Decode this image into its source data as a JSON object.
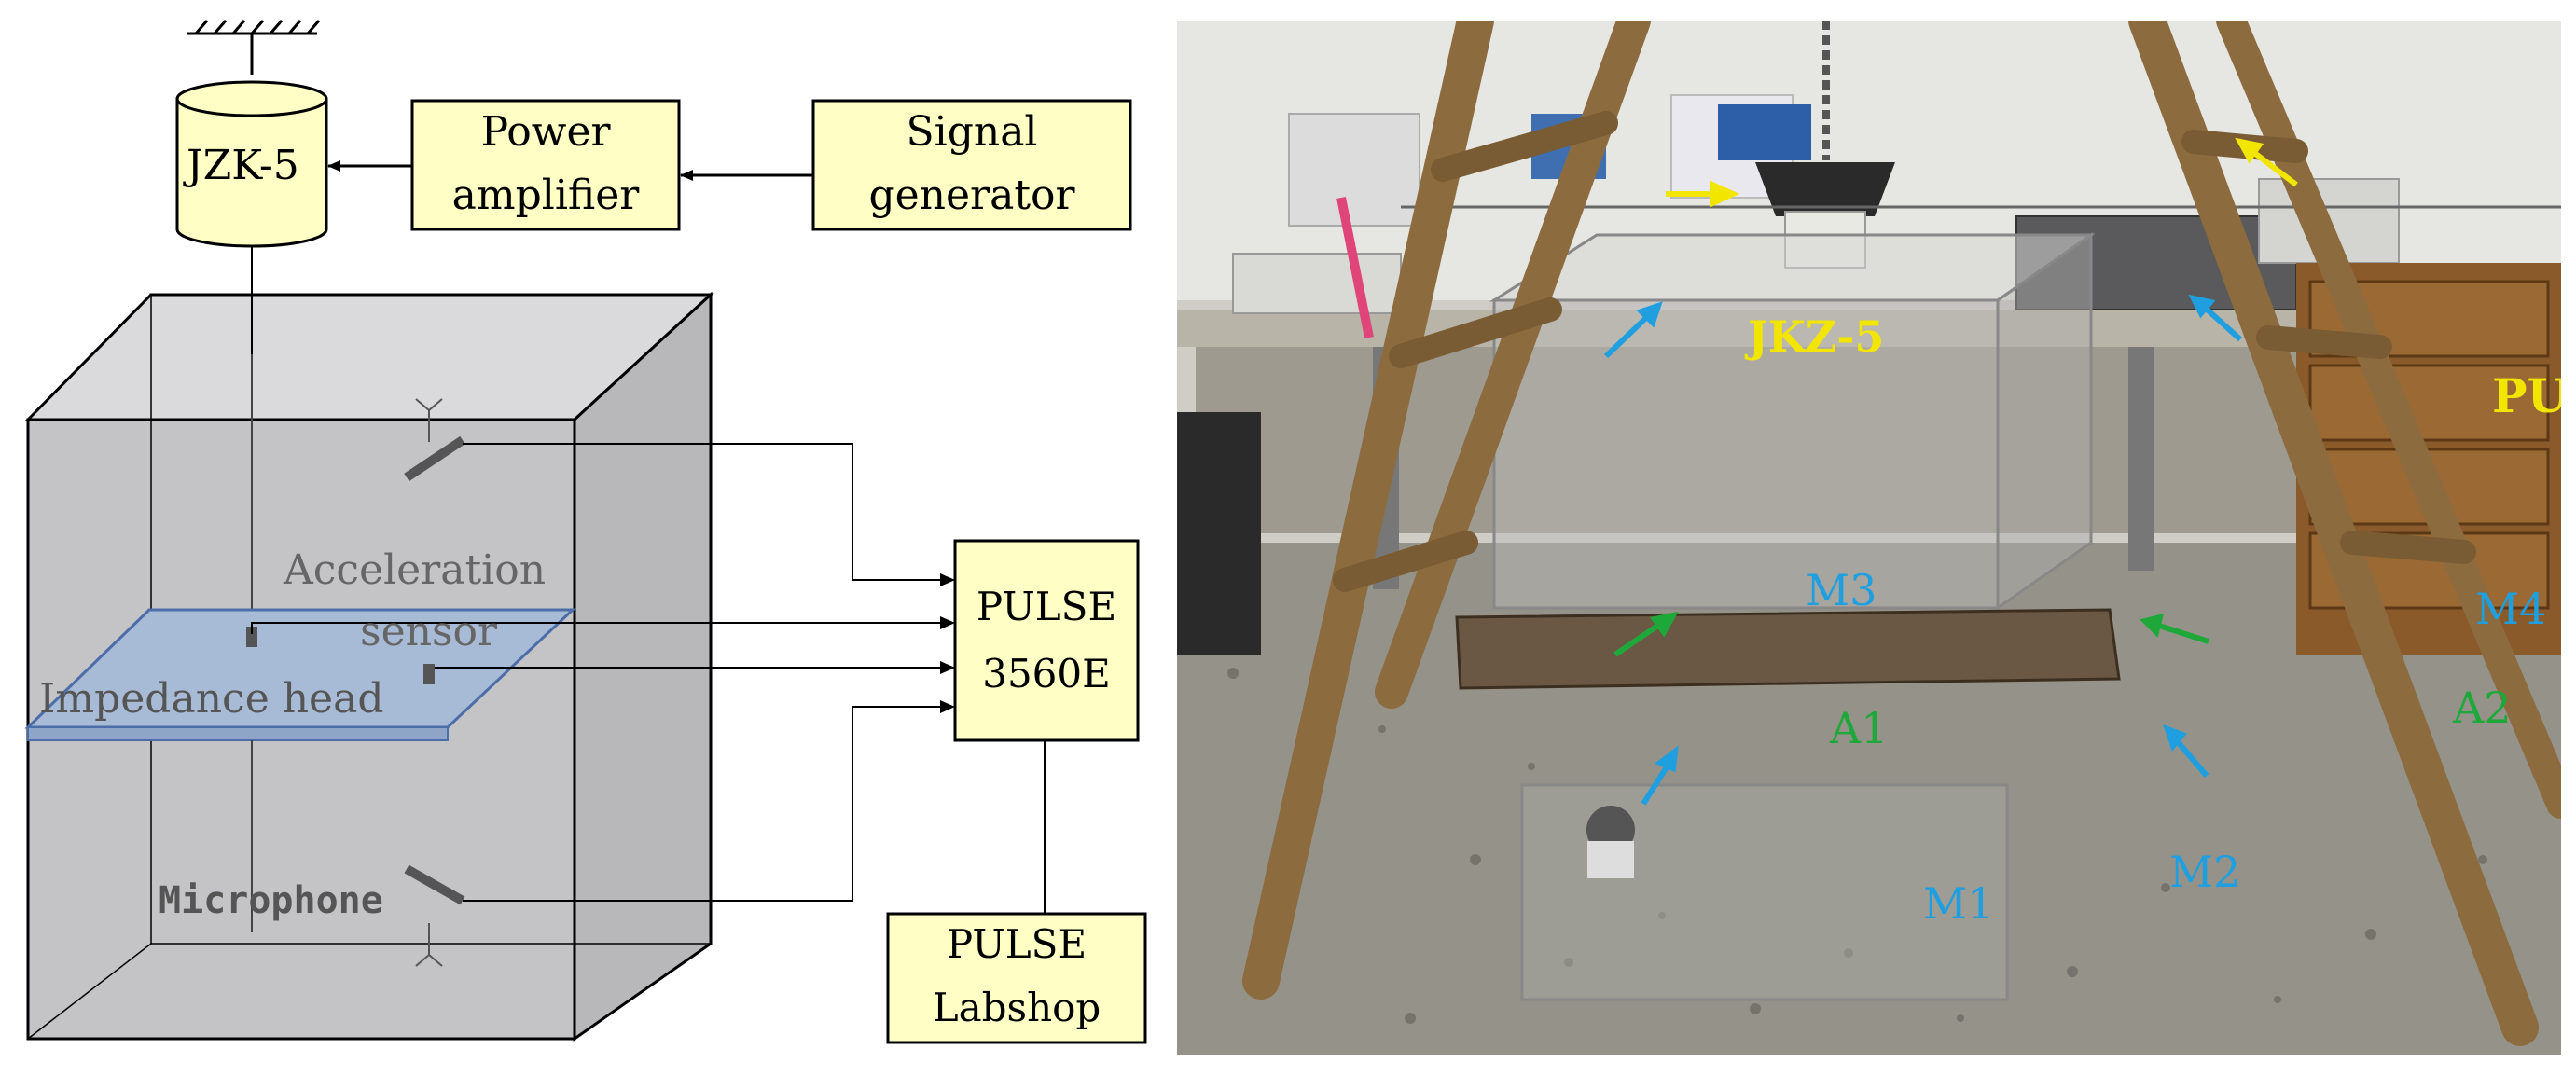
{
  "schematic": {
    "shaker": "JZK-5",
    "power_amplifier": [
      "Power",
      "amplifier"
    ],
    "signal_generator": [
      "Signal",
      "generator"
    ],
    "pulse_analyzer": [
      "PULSE",
      "3560E"
    ],
    "pulse_software": [
      "PULSE",
      "Labshop"
    ],
    "acceleration_sensor": [
      "Acceleration",
      "sensor"
    ],
    "impedance_head": "Impedance head",
    "microphone": "Microphone"
  },
  "photo": {
    "shaker_label": "JKZ-5",
    "analyzer_label": "PULSE",
    "accelerometer_labels": [
      "A1",
      "A2"
    ],
    "microphone_labels": [
      "M1",
      "M2",
      "M3",
      "M4"
    ],
    "colors": {
      "shaker_label": "#f2e600",
      "accelerometers": "#1fa83a",
      "microphones": "#1f9fe0"
    }
  }
}
